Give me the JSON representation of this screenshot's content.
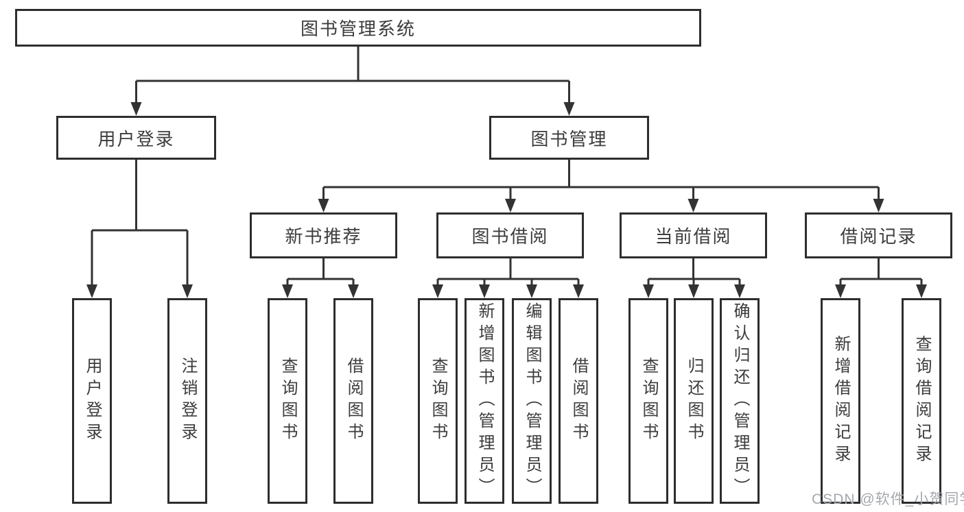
{
  "diagram": {
    "root": {
      "label": "图书管理系统"
    },
    "level2": [
      {
        "label": "用户登录"
      },
      {
        "label": "图书管理"
      }
    ],
    "level3": [
      {
        "label": "新书推荐",
        "parent": "图书管理"
      },
      {
        "label": "图书借阅",
        "parent": "图书管理"
      },
      {
        "label": "当前借阅",
        "parent": "图书管理"
      },
      {
        "label": "借阅记录",
        "parent": "图书管理"
      }
    ],
    "leaves": [
      {
        "label": "用户登录",
        "parent": "用户登录"
      },
      {
        "label": "注销登录",
        "parent": "用户登录"
      },
      {
        "label": "查询图书",
        "parent": "新书推荐"
      },
      {
        "label": "借阅图书",
        "parent": "新书推荐"
      },
      {
        "label": "查询图书",
        "parent": "图书借阅"
      },
      {
        "label": "新增图书（管理员）",
        "parent": "图书借阅"
      },
      {
        "label": "编辑图书（管理员）",
        "parent": "图书借阅"
      },
      {
        "label": "借阅图书",
        "parent": "图书借阅"
      },
      {
        "label": "查询图书",
        "parent": "当前借阅"
      },
      {
        "label": "归还图书",
        "parent": "当前借阅"
      },
      {
        "label": "确认归还（管理员）",
        "parent": "当前借阅"
      },
      {
        "label": "新增借阅记录",
        "parent": "借阅记录"
      },
      {
        "label": "查询借阅记录",
        "parent": "借阅记录"
      }
    ],
    "colors": {
      "box_border": "#2d2d2d",
      "connector_line": "#333333",
      "text": "#3c3c3c",
      "background": "#ffffff",
      "watermark_text": "#a4a8ad"
    }
  },
  "watermark": {
    "text": "CSDN @软件_小贺同学"
  }
}
